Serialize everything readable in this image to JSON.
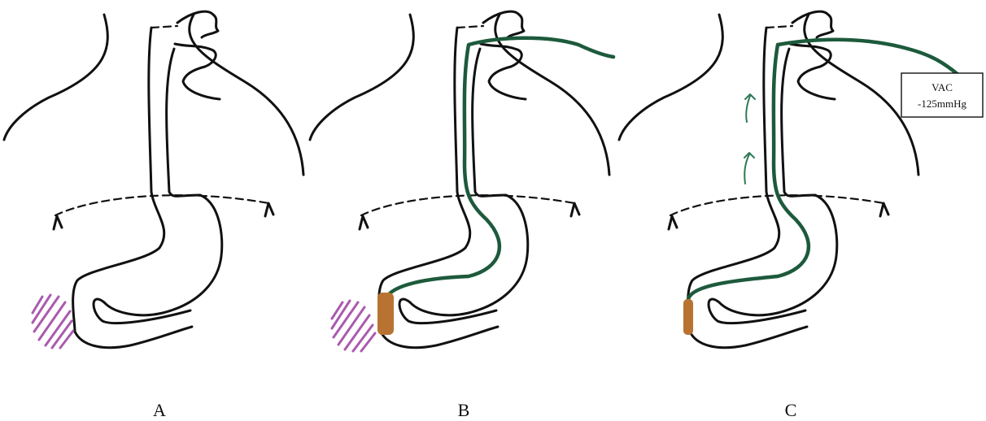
{
  "panels": [
    {
      "id": "A",
      "label": "A"
    },
    {
      "id": "B",
      "label": "B"
    },
    {
      "id": "C",
      "label": "C"
    }
  ],
  "vac_device": {
    "line1": "VAC",
    "line2": "-125mmHg"
  },
  "colors": {
    "outline": "#111111",
    "tube": "#1d5a3c",
    "flow_arrows": "#2f7a55",
    "leak_hatch": "#a14aa6",
    "sponge": "#b87333"
  }
}
